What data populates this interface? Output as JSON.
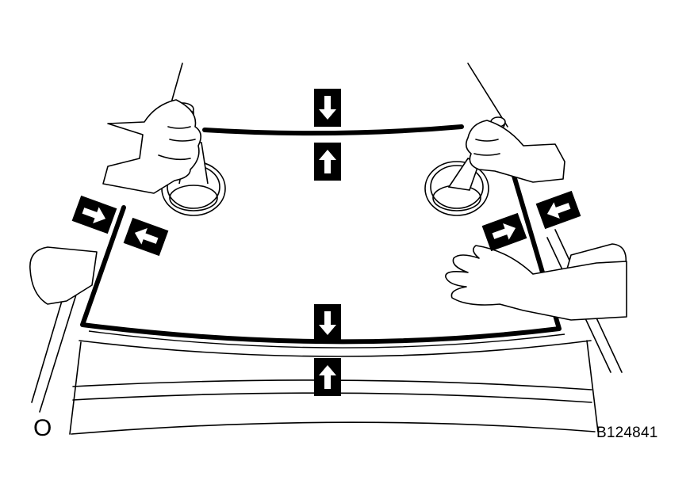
{
  "figure_code": "B124841",
  "view_mark": "O",
  "arrow_markers": [
    {
      "id": "top-down",
      "direction": "down"
    },
    {
      "id": "top-up",
      "direction": "up"
    },
    {
      "id": "bottom-down",
      "direction": "down"
    },
    {
      "id": "bottom-up",
      "direction": "up"
    },
    {
      "id": "left-right",
      "direction": "right"
    },
    {
      "id": "left-left",
      "direction": "left"
    },
    {
      "id": "right-right",
      "direction": "right"
    },
    {
      "id": "right-left",
      "direction": "left"
    }
  ],
  "colors": {
    "line": "#000000",
    "fill": "#ffffff"
  }
}
